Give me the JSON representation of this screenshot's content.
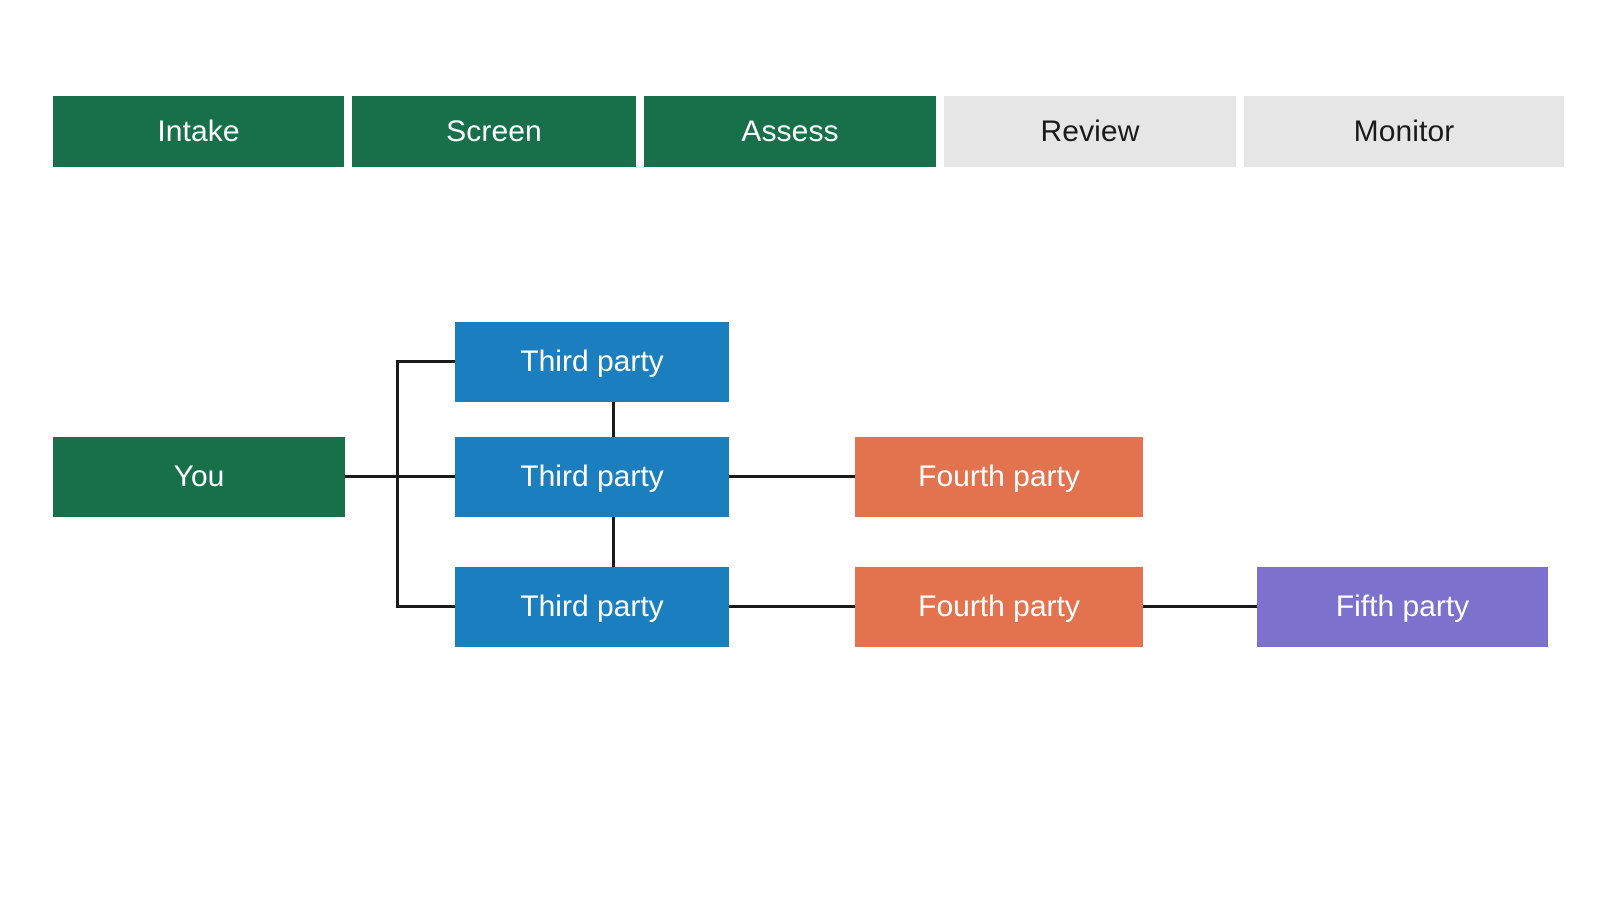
{
  "stages": {
    "items": [
      {
        "label": "Intake",
        "state": "done"
      },
      {
        "label": "Screen",
        "state": "done"
      },
      {
        "label": "Assess",
        "state": "done"
      },
      {
        "label": "Review",
        "state": "todo"
      },
      {
        "label": "Monitor",
        "state": "todo"
      }
    ]
  },
  "diagram": {
    "nodes": {
      "you": "You",
      "third_1": "Third party",
      "third_2": "Third party",
      "third_3": "Third party",
      "fourth_1": "Fourth party",
      "fourth_2": "Fourth party",
      "fifth_1": "Fifth party"
    }
  },
  "colors": {
    "green": "#17704A",
    "blue": "#1B7FBF",
    "orange": "#E3734E",
    "purple": "#7C71CC",
    "gray": "#E6E6E6",
    "edge": "#1a1a1a",
    "background": "#ffffff",
    "text_on_fill": "#ffffff",
    "text_on_gray": "#1a1a1a"
  }
}
